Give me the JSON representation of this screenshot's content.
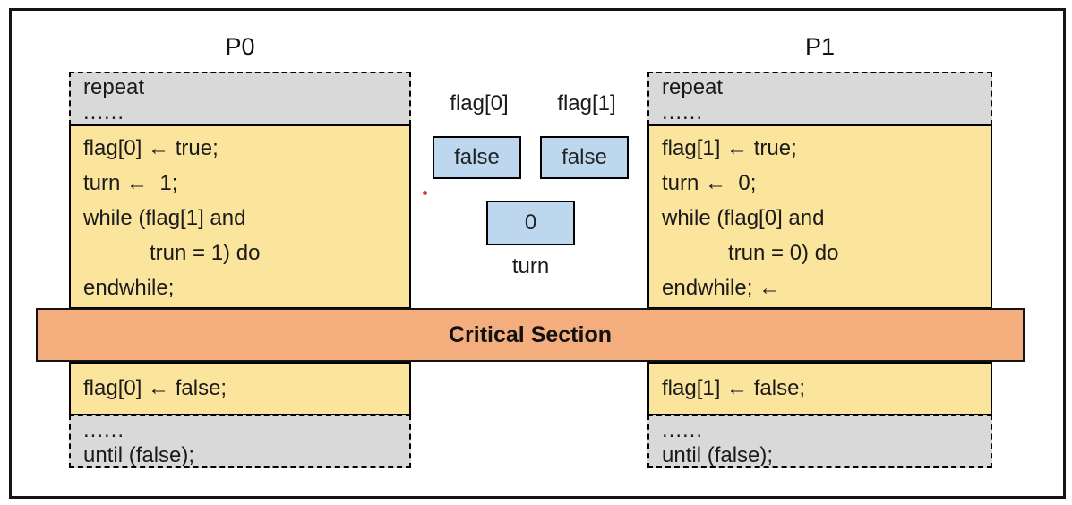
{
  "p0": {
    "title": "P0",
    "repeat_label": "repeat",
    "dots_top": "......",
    "code": [
      "flag[0] ← true;",
      "turn ←  1;",
      "while (flag[1] and",
      "trun = 1) do",
      "endwhile;"
    ],
    "release_line": "flag[0] ← false;",
    "dots_bottom": "......",
    "until_label": "until (false);"
  },
  "p1": {
    "title": "P1",
    "repeat_label": "repeat",
    "dots_top": "......",
    "code": [
      "flag[1] ← true;",
      "turn ←  0;",
      "while (flag[0] and",
      "trun = 0) do",
      "endwhile; ←"
    ],
    "release_line": "flag[1] ← false;",
    "dots_bottom": "......",
    "until_label": "until (false);"
  },
  "shared_vars": {
    "flag0_label": "flag[0]",
    "flag1_label": "flag[1]",
    "flag0_value": "false",
    "flag1_value": "false",
    "turn_value": "0",
    "turn_label": "turn"
  },
  "critical_section_label": "Critical Section",
  "colors": {
    "code_block_fill": "#fbe49b",
    "loop_block_fill": "#d9d9d9",
    "variable_box_fill": "#bdd7ee",
    "critical_section_fill": "#f4ae7d",
    "marker_dot": "#e03030",
    "border": "#000000"
  }
}
